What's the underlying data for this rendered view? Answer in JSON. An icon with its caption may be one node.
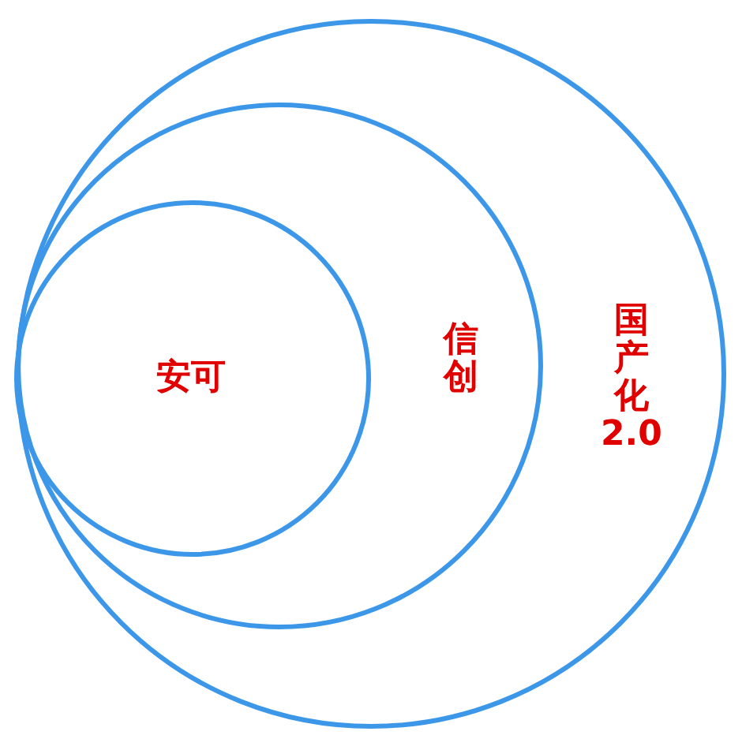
{
  "diagram": {
    "nodes": [
      {
        "text": [
          "国产化2.0"
        ]
      },
      {
        "text": [
          "信创"
        ],
        "in": 0
      },
      {
        "text": [
          "安可"
        ],
        "in": 1
      }
    ]
  }
}
